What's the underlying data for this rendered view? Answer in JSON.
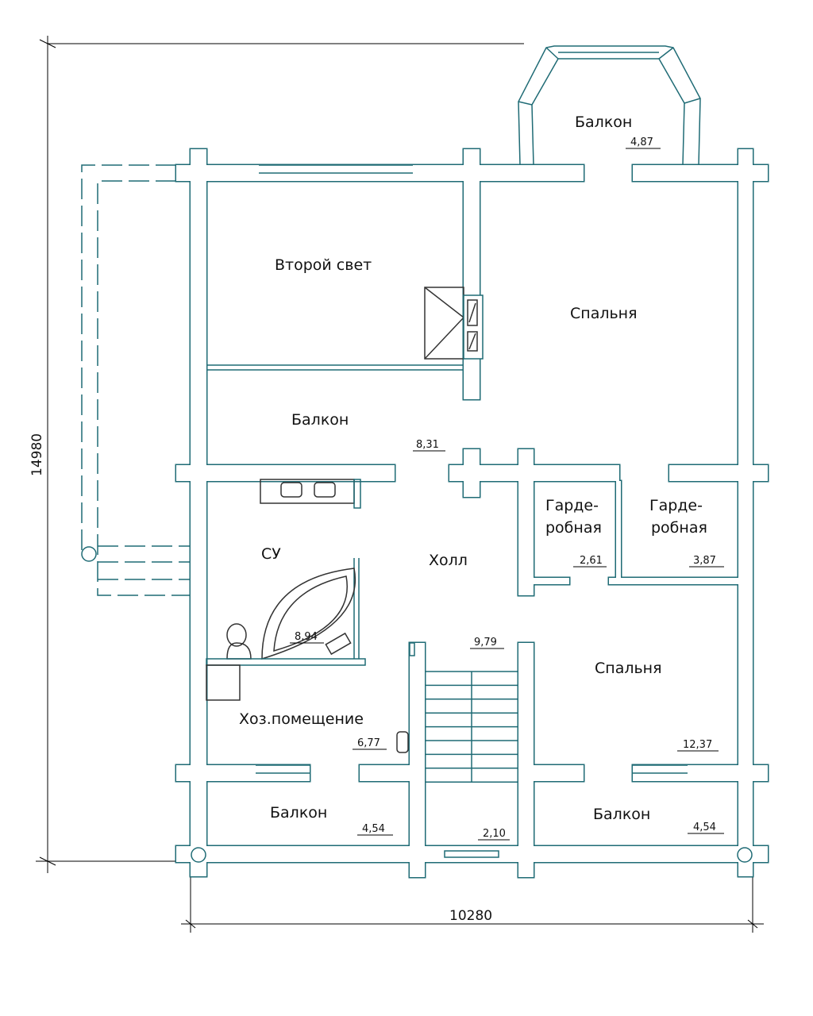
{
  "colors": {
    "wall": "#1f6b75",
    "text": "#111111",
    "dim": "#000000"
  },
  "dimensions": {
    "width": "10280",
    "height": "14980"
  },
  "rooms": [
    {
      "name": "Балкон",
      "area": "4,87"
    },
    {
      "name": "Второй свет",
      "area": ""
    },
    {
      "name": "Спальня",
      "area": ""
    },
    {
      "name": "Балкон",
      "area": "8,31"
    },
    {
      "name": "Гарде-",
      "name2": "робная",
      "area": "2,61"
    },
    {
      "name": "Гарде-",
      "name2": "робная",
      "area": "3,87"
    },
    {
      "name": "СУ",
      "area": "8,94"
    },
    {
      "name": "Холл",
      "area": "9,79"
    },
    {
      "name": "Спальня",
      "area": "12,37"
    },
    {
      "name": "Хоз.помещение",
      "area": "6,77"
    },
    {
      "name": "Балкон",
      "area": "4,54"
    },
    {
      "name": "",
      "area": "2,10"
    },
    {
      "name": "Балкон",
      "area": "4,54"
    }
  ]
}
